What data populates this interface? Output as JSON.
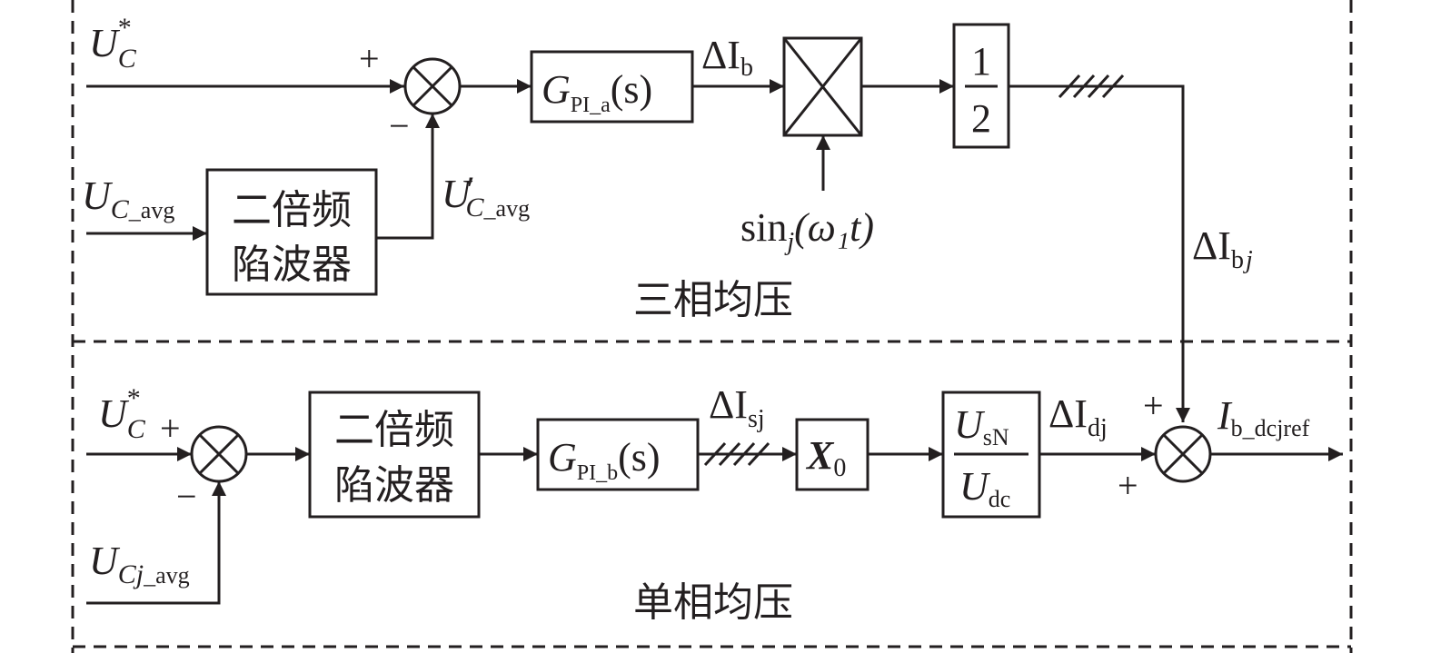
{
  "sections": {
    "three_phase_title": "三相均压",
    "single_phase_title": "单相均压"
  },
  "blocks": {
    "notch_line1": "二倍频",
    "notch_line2": "陷波器",
    "half_num": "1",
    "half_den": "2"
  },
  "symbols": {
    "U": "U",
    "C": "C",
    "Cj": "Cj",
    "star": "*",
    "prime": "′",
    "avg": "_avg",
    "G": "G",
    "PI_a": "PI_a",
    "PI_b": "PI_b",
    "s": "(s)",
    "delta_I": "ΔI",
    "b": "b",
    "bj": "bj",
    "sj": "sj",
    "dj": "dj",
    "I": "I",
    "b_dcjref": "b_dcjref",
    "X": "X",
    "zero": "0",
    "sN": "sN",
    "dc": "dc",
    "sin": "sin",
    "j": "j",
    "sin_tail": "(ω₁t)"
  },
  "signs": {
    "plus": "+",
    "minus": "−"
  }
}
